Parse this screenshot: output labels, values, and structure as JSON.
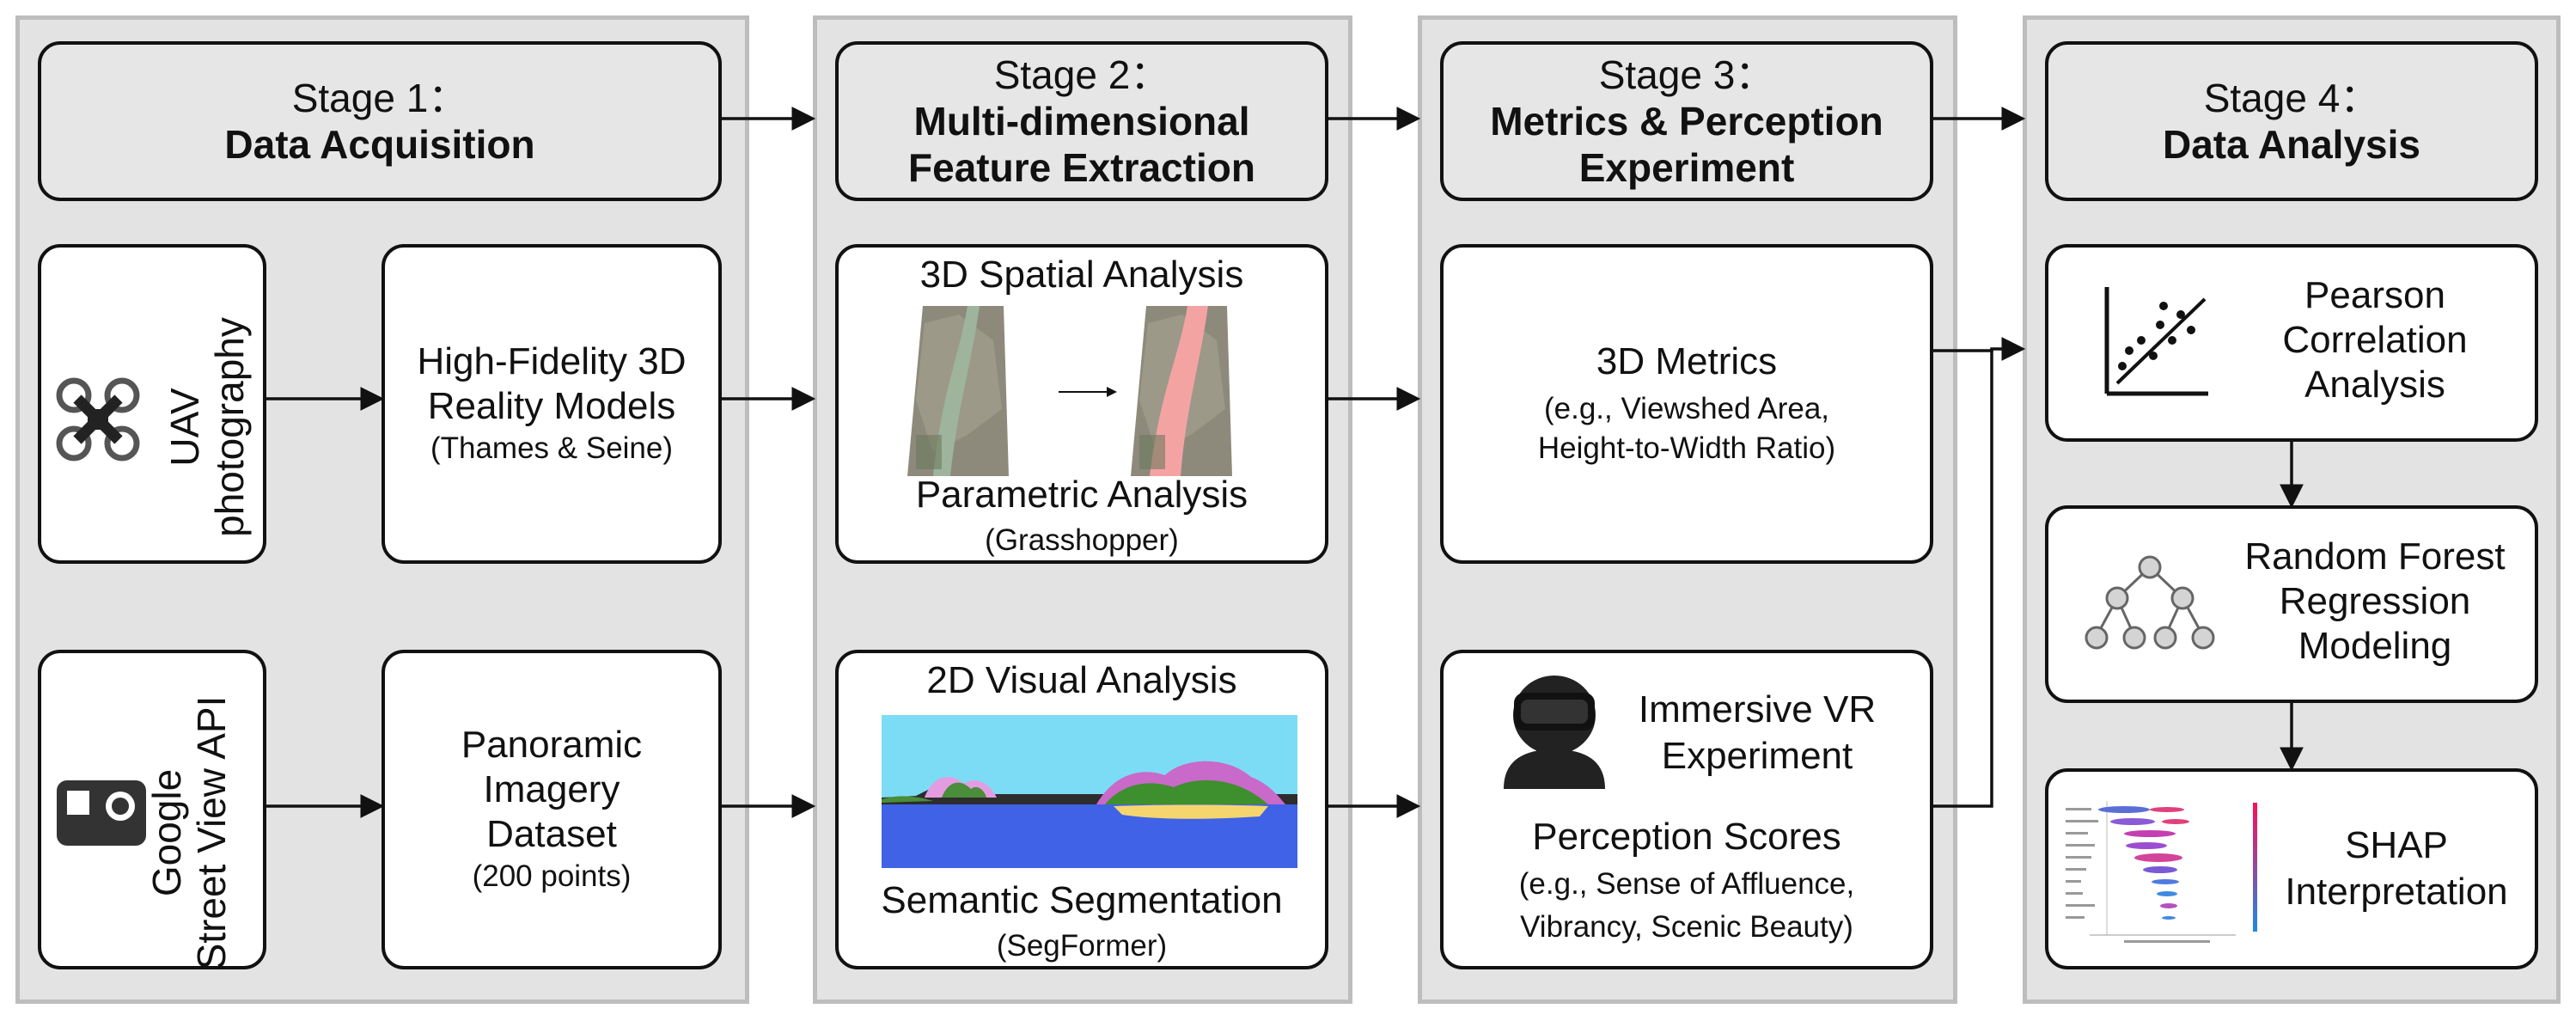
{
  "stages": [
    {
      "label": "Stage 1：",
      "title": "Data Acquisition"
    },
    {
      "label": "Stage 2：",
      "title_lines": [
        "Multi-dimensional",
        "Feature Extraction"
      ]
    },
    {
      "label": "Stage 3：",
      "title_lines": [
        "Metrics & Perception",
        "Experiment"
      ]
    },
    {
      "label": "Stage 4：",
      "title": "Data Analysis"
    }
  ],
  "acquisition": {
    "uav": {
      "icon": "drone-icon",
      "label": "UAV\nphotography"
    },
    "street_view": {
      "icon": "camera-icon",
      "label": "Google\nStreet View API"
    },
    "models": {
      "title_lines": [
        "High-Fidelity 3D",
        "Reality Models"
      ],
      "sub": "(Thames & Seine)"
    },
    "panoramic": {
      "title_lines": [
        "Panoramic",
        "Imagery",
        "Dataset"
      ],
      "sub": "(200 points)"
    }
  },
  "extraction": {
    "spatial": {
      "title": "3D Spatial Analysis",
      "method": "Parametric Analysis",
      "tool": "(Grasshopper)"
    },
    "visual": {
      "title": "2D Visual Analysis",
      "method": "Semantic Segmentation",
      "tool": "(SegFormer)"
    }
  },
  "metrics": {
    "metrics3d": {
      "title": "3D Metrics",
      "sub_lines": [
        "(e.g., Viewshed Area,",
        "Height-to-Width Ratio)"
      ]
    },
    "vr": {
      "icon": "vr-headset-icon",
      "title_lines": [
        "Immersive VR",
        "Experiment"
      ],
      "scores_title": "Perception Scores",
      "sub_lines": [
        "(e.g., Sense of Affluence,",
        "Vibrancy, Scenic Beauty)"
      ]
    }
  },
  "analysis": {
    "pearson": {
      "icon": "scatter-plot-icon",
      "title_lines": [
        "Pearson",
        "Correlation",
        "Analysis"
      ]
    },
    "rf": {
      "icon": "tree-diagram-icon",
      "title_lines": [
        "Random Forest",
        "Regression",
        "Modeling"
      ]
    },
    "shap": {
      "icon": "shap-beeswarm-icon",
      "title_lines": [
        "SHAP",
        "Interpretation"
      ]
    }
  },
  "colors": {
    "stage_bg": "#e3e3e3",
    "stage_border": "#bdbdbd",
    "header_bg": "#e6e6e6",
    "sky": "#7ddcf5",
    "water": "#3f62e6",
    "highlight": "#f4a3a3"
  }
}
